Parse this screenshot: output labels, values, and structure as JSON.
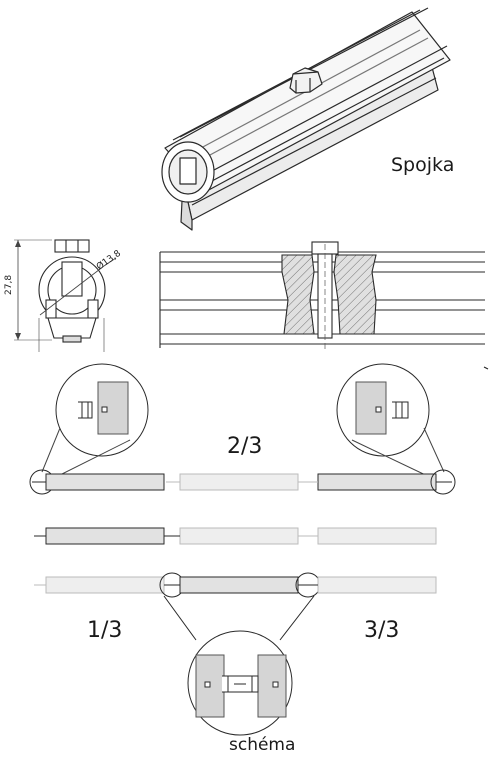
{
  "labels": {
    "title": "Spojka",
    "segment_2_3": "2/3",
    "segment_1_3": "1/3",
    "segment_3_3": "3/3",
    "scheme": "schéma"
  },
  "dimensions": {
    "height": "27,8",
    "diameter": "Ø13,8"
  },
  "colors": {
    "line": "#2a2a2a",
    "section_fill": "#d9d9d9",
    "ghost_bar": "#e6e6e6",
    "ghost_line": "#b8b8b8",
    "zoom_fill": "#cfcfcf"
  }
}
